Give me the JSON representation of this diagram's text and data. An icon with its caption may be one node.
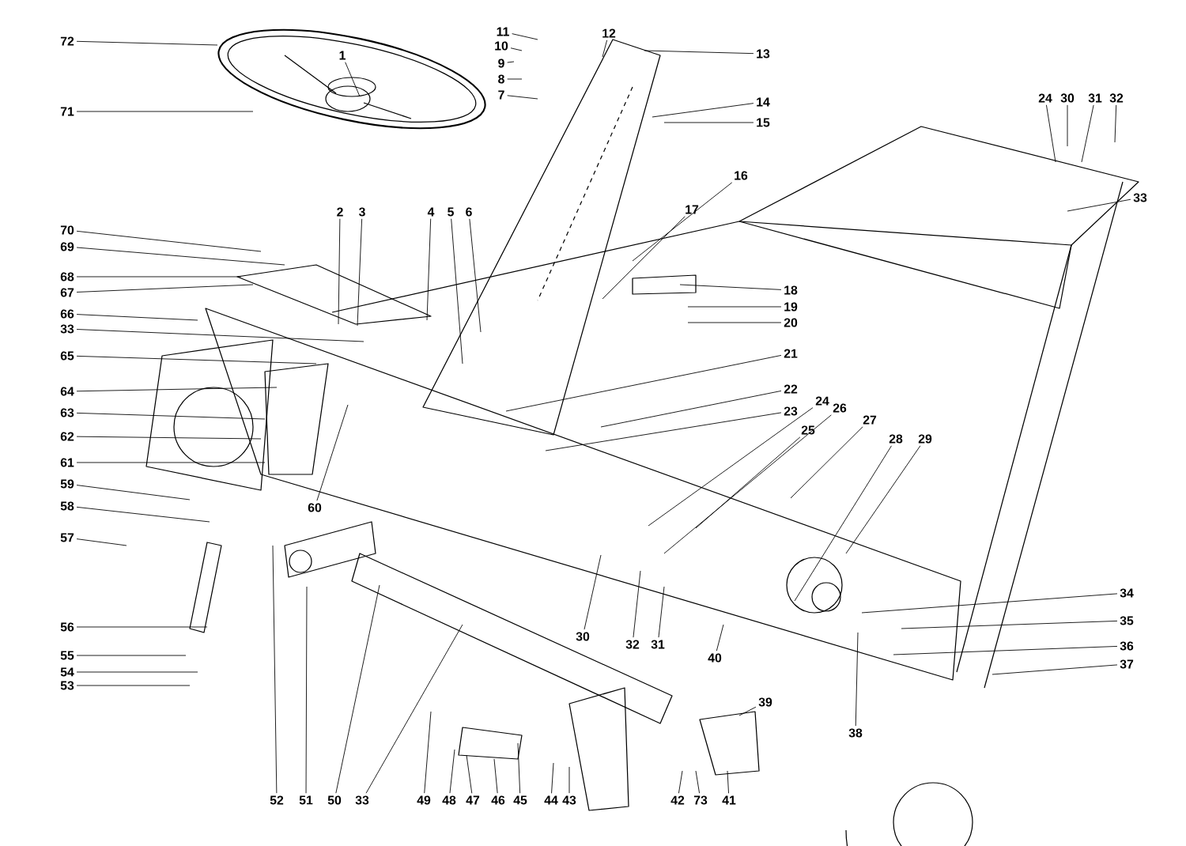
{
  "diagram": {
    "nodes": [
      {
        "text": [
          "72"
        ]
      },
      {
        "text": [
          "71"
        ]
      },
      {
        "text": [
          "70"
        ]
      },
      {
        "text": [
          "69"
        ]
      },
      {
        "text": [
          "68"
        ]
      },
      {
        "text": [
          "67"
        ]
      },
      {
        "text": [
          "66"
        ]
      },
      {
        "text": [
          "33"
        ]
      },
      {
        "text": [
          "65"
        ]
      },
      {
        "text": [
          "64"
        ]
      },
      {
        "text": [
          "63"
        ]
      },
      {
        "text": [
          "62"
        ]
      },
      {
        "text": [
          "61"
        ]
      },
      {
        "text": [
          "59"
        ]
      },
      {
        "text": [
          "58"
        ]
      },
      {
        "text": [
          "57"
        ]
      },
      {
        "text": [
          "56"
        ]
      },
      {
        "text": [
          "55"
        ]
      },
      {
        "text": [
          "54"
        ]
      },
      {
        "text": [
          "53"
        ]
      },
      {
        "text": [
          "1"
        ]
      },
      {
        "text": [
          "11"
        ]
      },
      {
        "text": [
          "10"
        ]
      },
      {
        "text": [
          "9"
        ]
      },
      {
        "text": [
          "8"
        ]
      },
      {
        "text": [
          "7"
        ]
      },
      {
        "text": [
          "12"
        ]
      },
      {
        "text": [
          "13"
        ]
      },
      {
        "text": [
          "14"
        ]
      },
      {
        "text": [
          "15"
        ]
      },
      {
        "text": [
          "16"
        ]
      },
      {
        "text": [
          "17"
        ]
      },
      {
        "text": [
          "2"
        ]
      },
      {
        "text": [
          "3"
        ]
      },
      {
        "text": [
          "4"
        ]
      },
      {
        "text": [
          "5"
        ]
      },
      {
        "text": [
          "6"
        ]
      },
      {
        "text": [
          "18"
        ]
      },
      {
        "text": [
          "19"
        ]
      },
      {
        "text": [
          "20"
        ]
      },
      {
        "text": [
          "21"
        ]
      },
      {
        "text": [
          "22"
        ]
      },
      {
        "text": [
          "23"
        ]
      },
      {
        "text": [
          "24"
        ]
      },
      {
        "text": [
          "26"
        ]
      },
      {
        "text": [
          "25"
        ]
      },
      {
        "text": [
          "27"
        ]
      },
      {
        "text": [
          "28"
        ]
      },
      {
        "text": [
          "29"
        ]
      },
      {
        "text": [
          "24"
        ]
      },
      {
        "text": [
          "30"
        ]
      },
      {
        "text": [
          "31"
        ]
      },
      {
        "text": [
          "32"
        ]
      },
      {
        "text": [
          "33"
        ]
      },
      {
        "text": [
          "34"
        ]
      },
      {
        "text": [
          "35"
        ]
      },
      {
        "text": [
          "36"
        ]
      },
      {
        "text": [
          "37"
        ]
      },
      {
        "text": [
          "38"
        ]
      },
      {
        "text": [
          "39"
        ]
      },
      {
        "text": [
          "40"
        ]
      },
      {
        "text": [
          "31"
        ]
      },
      {
        "text": [
          "32"
        ]
      },
      {
        "text": [
          "30"
        ]
      },
      {
        "text": [
          "41"
        ]
      },
      {
        "text": [
          "73"
        ]
      },
      {
        "text": [
          "42"
        ]
      },
      {
        "text": [
          "43"
        ]
      },
      {
        "text": [
          "44"
        ]
      },
      {
        "text": [
          "45"
        ]
      },
      {
        "text": [
          "46"
        ]
      },
      {
        "text": [
          "47"
        ]
      },
      {
        "text": [
          "48"
        ]
      },
      {
        "text": [
          "49"
        ]
      },
      {
        "text": [
          "33"
        ]
      },
      {
        "text": [
          "50"
        ]
      },
      {
        "text": [
          "51"
        ]
      },
      {
        "text": [
          "52"
        ]
      },
      {
        "text": [
          "60"
        ]
      }
    ],
    "edges": [
      {
        "from": 0,
        "to": null,
        "arrow": "none"
      },
      {
        "from": 1,
        "to": null,
        "arrow": "none"
      },
      {
        "from": 2,
        "to": null,
        "arrow": "none"
      },
      {
        "from": 3,
        "to": null,
        "arrow": "none"
      },
      {
        "from": 4,
        "to": null,
        "arrow": "none"
      },
      {
        "from": 5,
        "to": null,
        "arrow": "none"
      },
      {
        "from": 6,
        "to": null,
        "arrow": "none"
      },
      {
        "from": 7,
        "to": null,
        "arrow": "none"
      },
      {
        "from": 8,
        "to": null,
        "arrow": "none"
      },
      {
        "from": 9,
        "to": null,
        "arrow": "none"
      },
      {
        "from": 10,
        "to": null,
        "arrow": "none"
      },
      {
        "from": 11,
        "to": null,
        "arrow": "none"
      },
      {
        "from": 12,
        "to": null,
        "arrow": "none"
      },
      {
        "from": 13,
        "to": null,
        "arrow": "none"
      },
      {
        "from": 14,
        "to": null,
        "arrow": "none"
      },
      {
        "from": 15,
        "to": null,
        "arrow": "none"
      },
      {
        "from": 16,
        "to": null,
        "arrow": "none"
      },
      {
        "from": 17,
        "to": null,
        "arrow": "none"
      },
      {
        "from": 18,
        "to": null,
        "arrow": "none"
      },
      {
        "from": 19,
        "to": null,
        "arrow": "none"
      },
      {
        "from": 20,
        "to": null,
        "arrow": "none"
      },
      {
        "from": 21,
        "to": null,
        "arrow": "none"
      },
      {
        "from": 22,
        "to": null,
        "arrow": "none"
      },
      {
        "from": 23,
        "to": null,
        "arrow": "none"
      },
      {
        "from": 24,
        "to": null,
        "arrow": "none"
      },
      {
        "from": 25,
        "to": null,
        "arrow": "none"
      },
      {
        "from": 26,
        "to": null,
        "arrow": "none"
      },
      {
        "from": 27,
        "to": null,
        "arrow": "none"
      },
      {
        "from": 28,
        "to": null,
        "arrow": "none"
      },
      {
        "from": 29,
        "to": null,
        "arrow": "none"
      },
      {
        "from": 30,
        "to": null,
        "arrow": "none"
      },
      {
        "from": 31,
        "to": null,
        "arrow": "none"
      },
      {
        "from": 32,
        "to": null,
        "arrow": "none"
      },
      {
        "from": 33,
        "to": null,
        "arrow": "none"
      },
      {
        "from": 34,
        "to": null,
        "arrow": "none"
      },
      {
        "from": 35,
        "to": null,
        "arrow": "none"
      },
      {
        "from": 36,
        "to": null,
        "arrow": "none"
      },
      {
        "from": 37,
        "to": null,
        "arrow": "none"
      },
      {
        "from": 38,
        "to": null,
        "arrow": "none"
      },
      {
        "from": 39,
        "to": null,
        "arrow": "none"
      },
      {
        "from": 40,
        "to": null,
        "arrow": "none"
      },
      {
        "from": 41,
        "to": null,
        "arrow": "none"
      },
      {
        "from": 42,
        "to": null,
        "arrow": "none"
      },
      {
        "from": 43,
        "to": null,
        "arrow": "none"
      },
      {
        "from": 44,
        "to": null,
        "arrow": "none"
      },
      {
        "from": 45,
        "to": null,
        "arrow": "none"
      },
      {
        "from": 46,
        "to": null,
        "arrow": "none"
      },
      {
        "from": 47,
        "to": null,
        "arrow": "none"
      },
      {
        "from": 48,
        "to": null,
        "arrow": "none"
      },
      {
        "from": 49,
        "to": null,
        "arrow": "none"
      },
      {
        "from": 50,
        "to": null,
        "arrow": "none"
      },
      {
        "from": 51,
        "to": null,
        "arrow": "none"
      },
      {
        "from": 52,
        "to": null,
        "arrow": "none"
      },
      {
        "from": 53,
        "to": null,
        "arrow": "none"
      },
      {
        "from": 54,
        "to": null,
        "arrow": "none"
      },
      {
        "from": 55,
        "to": null,
        "arrow": "none"
      },
      {
        "from": 56,
        "to": null,
        "arrow": "none"
      },
      {
        "from": 57,
        "to": null,
        "arrow": "none"
      },
      {
        "from": 58,
        "to": null,
        "arrow": "none"
      },
      {
        "from": 59,
        "to": null,
        "arrow": "none"
      },
      {
        "from": 60,
        "to": null,
        "arrow": "none"
      },
      {
        "from": 61,
        "to": null,
        "arrow": "none"
      },
      {
        "from": 62,
        "to": null,
        "arrow": "none"
      },
      {
        "from": 63,
        "to": null,
        "arrow": "none"
      },
      {
        "from": 64,
        "to": null,
        "arrow": "none"
      },
      {
        "from": 65,
        "to": null,
        "arrow": "none"
      },
      {
        "from": 66,
        "to": null,
        "arrow": "none"
      },
      {
        "from": 67,
        "to": null,
        "arrow": "none"
      },
      {
        "from": 68,
        "to": null,
        "arrow": "none"
      },
      {
        "from": 69,
        "to": null,
        "arrow": "none"
      },
      {
        "from": 70,
        "to": null,
        "arrow": "none"
      },
      {
        "from": 71,
        "to": null,
        "arrow": "none"
      },
      {
        "from": 72,
        "to": null,
        "arrow": "none"
      },
      {
        "from": 73,
        "to": null,
        "arrow": "none"
      },
      {
        "from": 74,
        "to": null,
        "arrow": "none"
      },
      {
        "from": 75,
        "to": null,
        "arrow": "none"
      },
      {
        "from": 76,
        "to": null,
        "arrow": "none"
      },
      {
        "from": 77,
        "to": null,
        "arrow": "none"
      },
      {
        "from": 78,
        "to": null,
        "arrow": "none"
      }
    ]
  }
}
